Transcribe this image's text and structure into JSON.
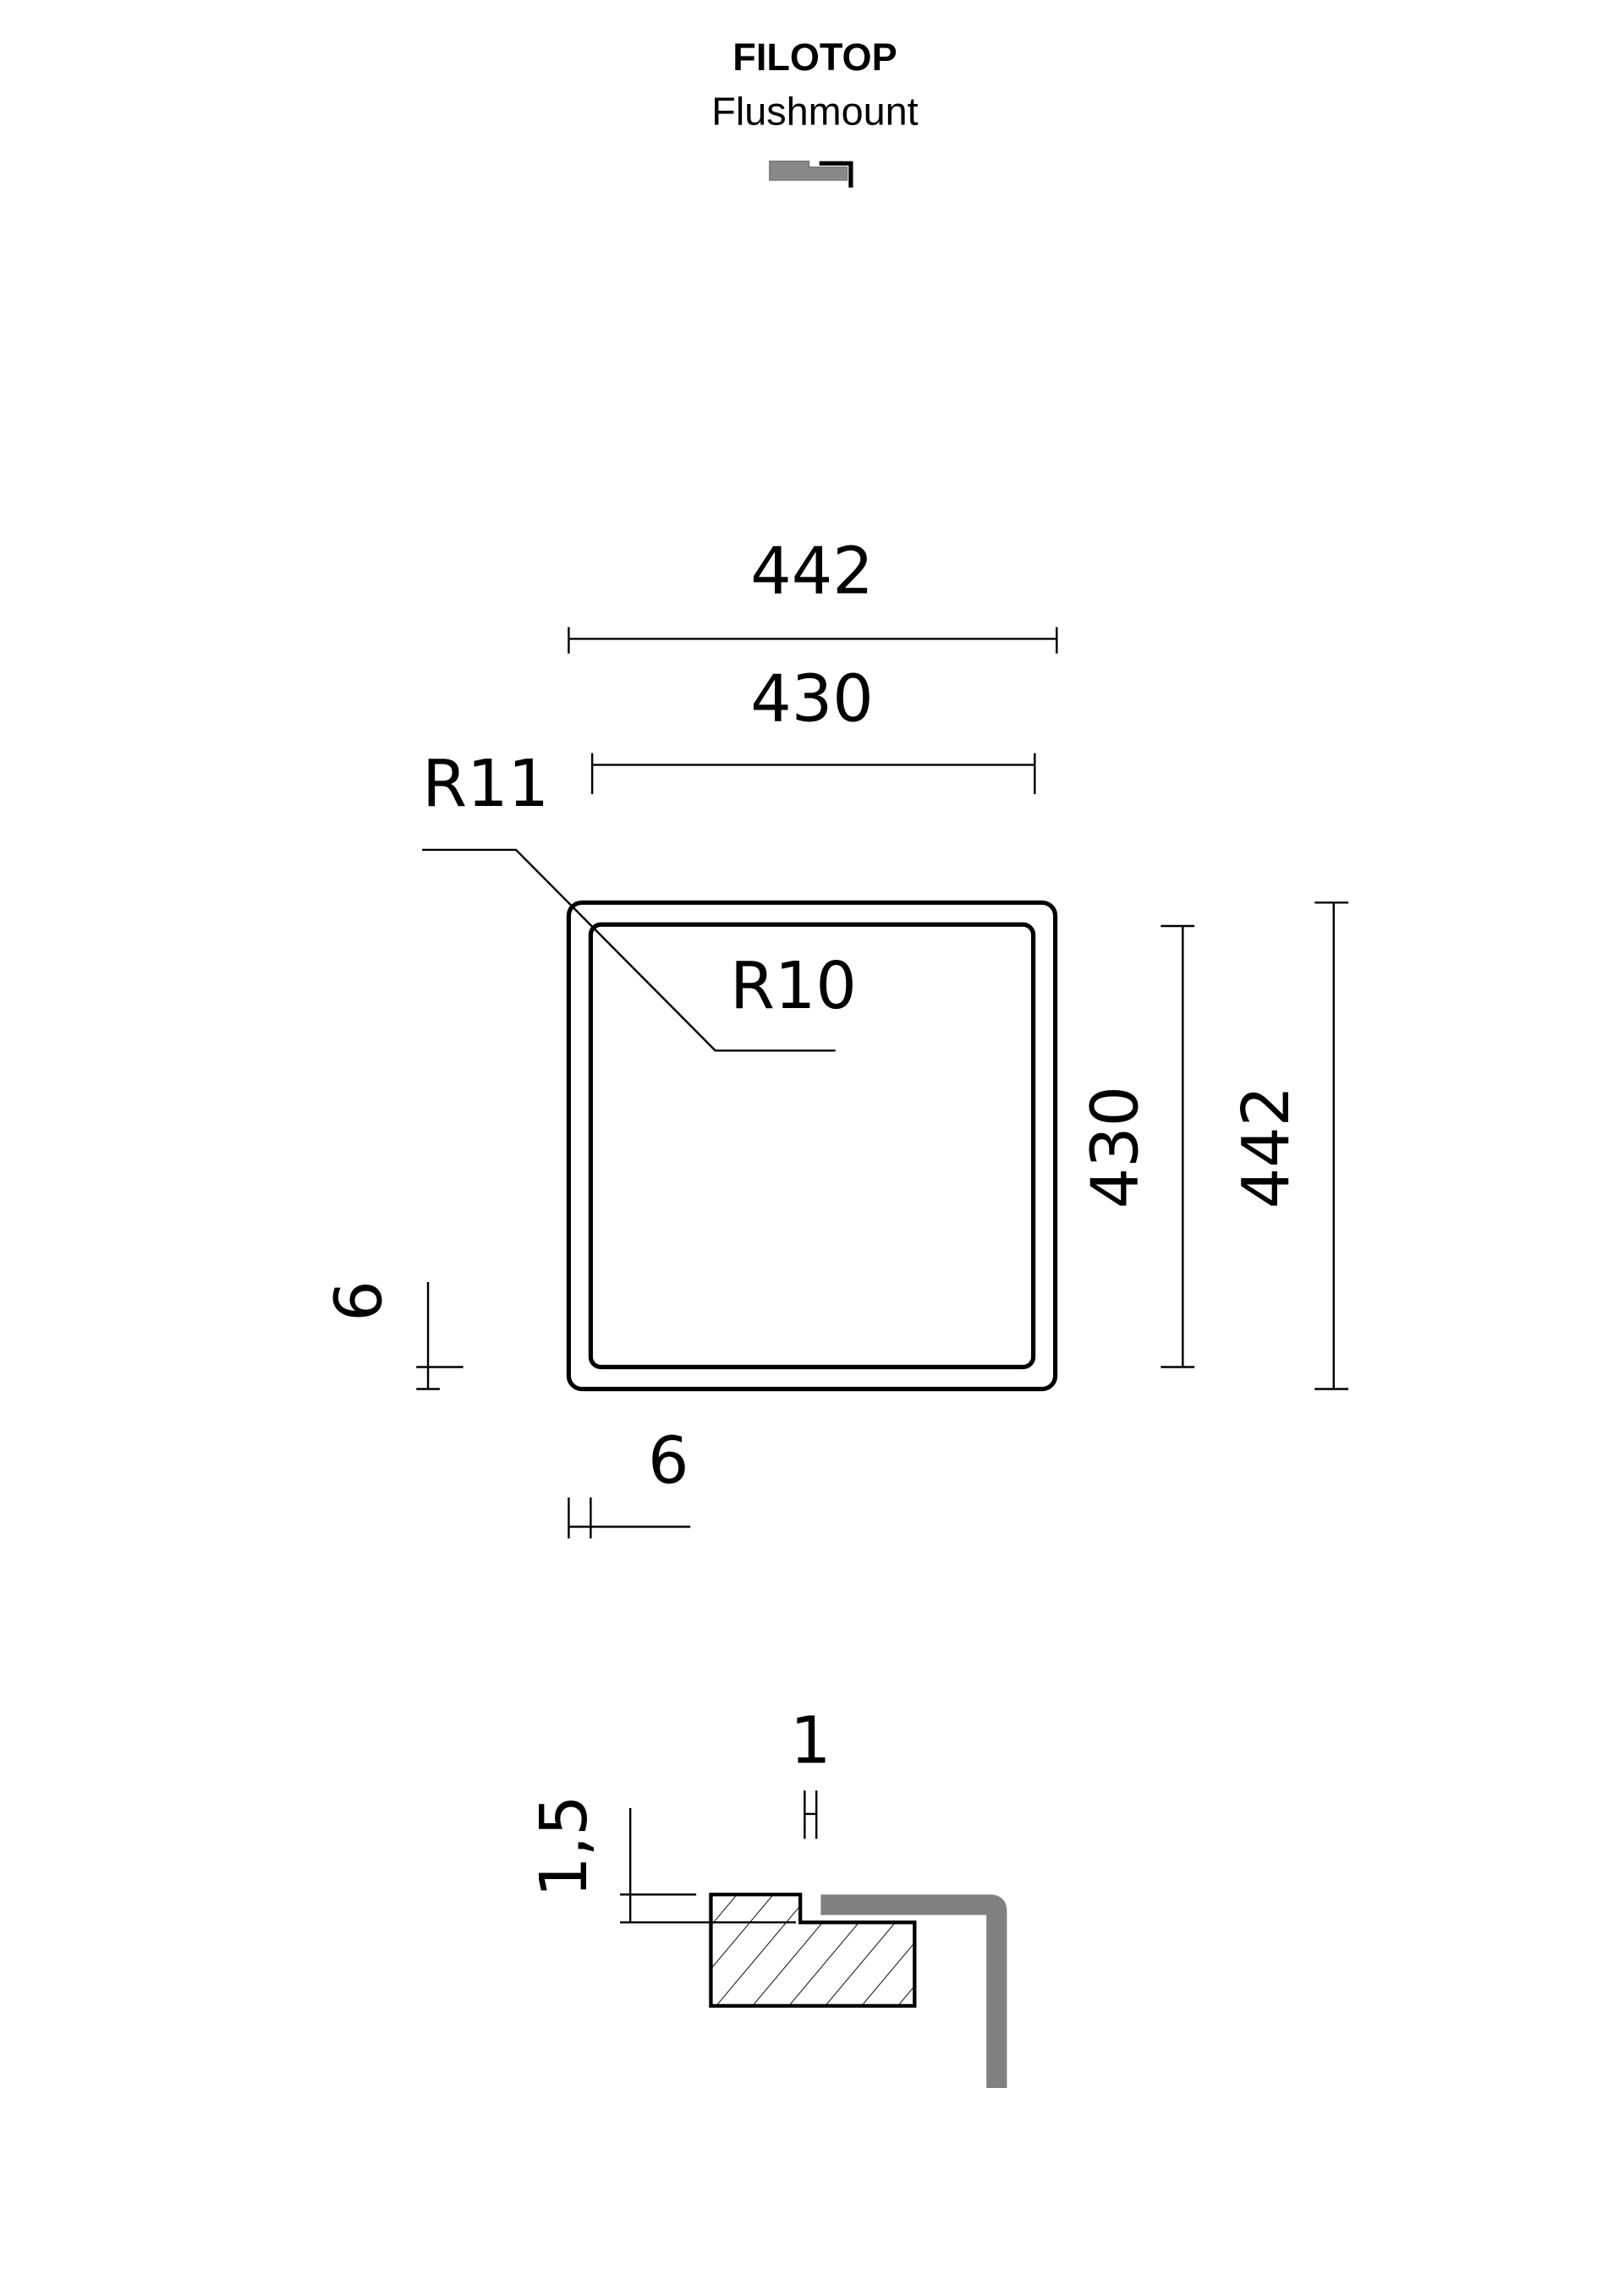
{
  "header": {
    "title": "FILOTOP",
    "subtitle": "Flushmount"
  },
  "plan_view": {
    "outer_width": "442",
    "inner_width": "430",
    "outer_height": "442",
    "inner_height": "430",
    "outer_radius": "R11",
    "inner_radius": "R10",
    "frame_side": "6",
    "frame_bottom": "6"
  },
  "section_view": {
    "gap": "1",
    "step_height": "1,5"
  },
  "colors": {
    "line": "#000000",
    "profile_gray": "#808080"
  }
}
